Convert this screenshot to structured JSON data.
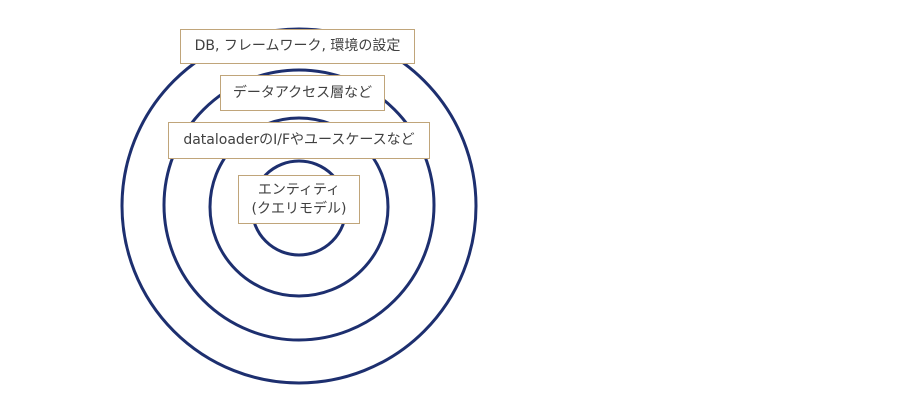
{
  "diagram": {
    "type": "concentric-layers",
    "ring_color": "#1d2f6f",
    "box_border_color": "#c0a57a",
    "text_color": "#404040",
    "layers": [
      {
        "id": "outer",
        "label": "DB, フレームワーク, 環境の設定"
      },
      {
        "id": "second",
        "label": "データアクセス層など"
      },
      {
        "id": "third",
        "label": "dataloaderのI/Fやユースケースなど"
      },
      {
        "id": "core",
        "label_line1": "エンティティ",
        "label_line2": "(クエリモデル)"
      }
    ]
  }
}
